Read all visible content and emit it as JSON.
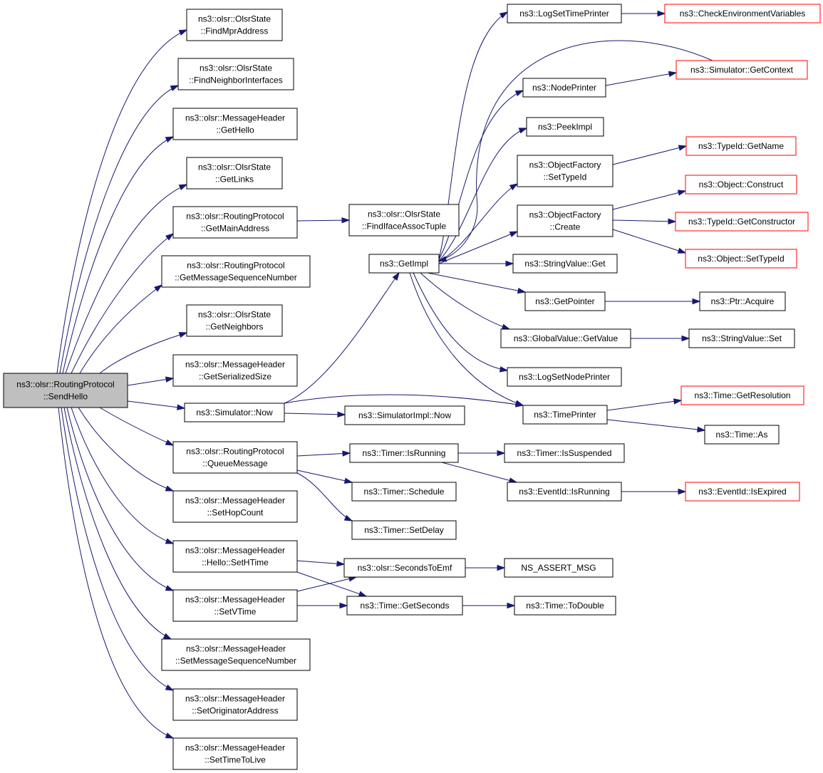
{
  "colors": {
    "edge": "#191970",
    "node_border": "#000000",
    "truncated_border": "#ff0000",
    "root_fill": "#bfbfbf"
  },
  "nodes": [
    {
      "id": "root",
      "lines": [
        "ns3::olsr::RoutingProtocol",
        "::SendHello"
      ]
    },
    {
      "id": "findMpr",
      "lines": [
        "ns3::olsr::OlsrState",
        "::FindMprAddress"
      ]
    },
    {
      "id": "findNbrIf",
      "lines": [
        "ns3::olsr::OlsrState",
        "::FindNeighborInterfaces"
      ]
    },
    {
      "id": "getHello",
      "lines": [
        "ns3::olsr::MessageHeader",
        "::GetHello"
      ]
    },
    {
      "id": "getLinks",
      "lines": [
        "ns3::olsr::OlsrState",
        "::GetLinks"
      ]
    },
    {
      "id": "getMain",
      "lines": [
        "ns3::olsr::RoutingProtocol",
        "::GetMainAddress"
      ]
    },
    {
      "id": "getMsgSeq",
      "lines": [
        "ns3::olsr::RoutingProtocol",
        "::GetMessageSequenceNumber"
      ]
    },
    {
      "id": "getNbrs",
      "lines": [
        "ns3::olsr::OlsrState",
        "::GetNeighbors"
      ]
    },
    {
      "id": "getSer",
      "lines": [
        "ns3::olsr::MessageHeader",
        "::GetSerializedSize"
      ]
    },
    {
      "id": "simNow",
      "lines": [
        "ns3::Simulator::Now"
      ]
    },
    {
      "id": "queueMsg",
      "lines": [
        "ns3::olsr::RoutingProtocol",
        "::QueueMessage"
      ]
    },
    {
      "id": "setHop",
      "lines": [
        "ns3::olsr::MessageHeader",
        "::SetHopCount"
      ]
    },
    {
      "id": "setHTime",
      "lines": [
        "ns3::olsr::MessageHeader",
        "::Hello::SetHTime"
      ]
    },
    {
      "id": "setVTime",
      "lines": [
        "ns3::olsr::MessageHeader",
        "::SetVTime"
      ]
    },
    {
      "id": "setMsgSeq",
      "lines": [
        "ns3::olsr::MessageHeader",
        "::SetMessageSequenceNumber"
      ]
    },
    {
      "id": "setOrig",
      "lines": [
        "ns3::olsr::MessageHeader",
        "::SetOriginatorAddress"
      ]
    },
    {
      "id": "setTTL",
      "lines": [
        "ns3::olsr::MessageHeader",
        "::SetTimeToLive"
      ]
    },
    {
      "id": "findIface",
      "lines": [
        "ns3::olsr::OlsrState",
        "::FindIfaceAssocTuple"
      ]
    },
    {
      "id": "getImpl",
      "lines": [
        "ns3::GetImpl"
      ]
    },
    {
      "id": "simImplNow",
      "lines": [
        "ns3::SimulatorImpl::Now"
      ]
    },
    {
      "id": "timerRun",
      "lines": [
        "ns3::Timer::IsRunning"
      ]
    },
    {
      "id": "timerSched",
      "lines": [
        "ns3::Timer::Schedule"
      ]
    },
    {
      "id": "timerDelay",
      "lines": [
        "ns3::Timer::SetDelay"
      ]
    },
    {
      "id": "secToEmf",
      "lines": [
        "ns3::olsr::SecondsToEmf"
      ]
    },
    {
      "id": "getSeconds",
      "lines": [
        "ns3::Time::GetSeconds"
      ]
    },
    {
      "id": "logTime",
      "lines": [
        "ns3::LogSetTimePrinter"
      ]
    },
    {
      "id": "nodePrinter",
      "lines": [
        "ns3::NodePrinter"
      ]
    },
    {
      "id": "peekImpl",
      "lines": [
        "ns3::PeekImpl"
      ]
    },
    {
      "id": "ofSetTid",
      "lines": [
        "ns3::ObjectFactory",
        "::SetTypeId"
      ]
    },
    {
      "id": "ofCreate",
      "lines": [
        "ns3::ObjectFactory",
        "::Create"
      ]
    },
    {
      "id": "strGet",
      "lines": [
        "ns3::StringValue::Get"
      ]
    },
    {
      "id": "getPtr",
      "lines": [
        "ns3::GetPointer"
      ]
    },
    {
      "id": "gvGet",
      "lines": [
        "ns3::GlobalValue::GetValue"
      ]
    },
    {
      "id": "logNode",
      "lines": [
        "ns3::LogSetNodePrinter"
      ]
    },
    {
      "id": "timePrinter",
      "lines": [
        "ns3::TimePrinter"
      ]
    },
    {
      "id": "timerSusp",
      "lines": [
        "ns3::Timer::IsSuspended"
      ]
    },
    {
      "id": "evRun",
      "lines": [
        "ns3::EventId::IsRunning"
      ]
    },
    {
      "id": "assertMsg",
      "lines": [
        "NS_ASSERT_MSG"
      ]
    },
    {
      "id": "toDouble",
      "lines": [
        "ns3::Time::ToDouble"
      ]
    },
    {
      "id": "checkEnv",
      "lines": [
        "ns3::CheckEnvironmentVariables"
      ]
    },
    {
      "id": "getCtx",
      "lines": [
        "ns3::Simulator::GetContext"
      ]
    },
    {
      "id": "tidName",
      "lines": [
        "ns3::TypeId::GetName"
      ]
    },
    {
      "id": "objConstruct",
      "lines": [
        "ns3::Object::Construct"
      ]
    },
    {
      "id": "tidCtor",
      "lines": [
        "ns3::TypeId::GetConstructor"
      ]
    },
    {
      "id": "objSetTid",
      "lines": [
        "ns3::Object::SetTypeId"
      ]
    },
    {
      "id": "ptrAcquire",
      "lines": [
        "ns3::Ptr::Acquire"
      ]
    },
    {
      "id": "strSet",
      "lines": [
        "ns3::StringValue::Set"
      ]
    },
    {
      "id": "timeRes",
      "lines": [
        "ns3::Time::GetResolution"
      ]
    },
    {
      "id": "timeAs",
      "lines": [
        "ns3::Time::As"
      ]
    },
    {
      "id": "evExpired",
      "lines": [
        "ns3::EventId::IsExpired"
      ]
    }
  ]
}
